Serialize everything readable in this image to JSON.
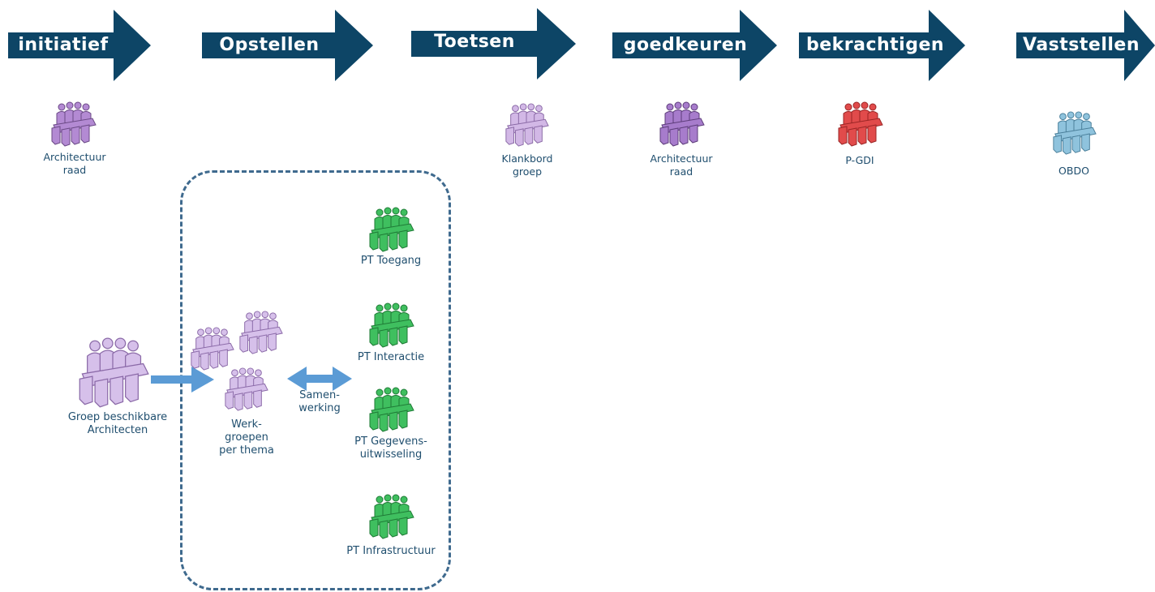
{
  "colors": {
    "arrow_fill": "#0d4566",
    "arrow_text": "#ffffff",
    "caption_text": "#1f4e6e",
    "connector": "#5b9bd5",
    "dashed_box": "#3f6a8e",
    "icon_purple": "#b38ad3",
    "icon_green": "#3fbf5f",
    "icon_red": "#e14b4b",
    "icon_blue": "#8fc3dd"
  },
  "phases": [
    {
      "label": "initiatief"
    },
    {
      "label": "Opstellen"
    },
    {
      "label": "Toetsen"
    },
    {
      "label": "goedkeuren"
    },
    {
      "label": "bekrachtigen"
    },
    {
      "label": "Vaststellen"
    }
  ],
  "actors": {
    "architectuur_raad_1": {
      "line1": "Architectuur",
      "line2": "raad",
      "icon": "meeting-group-icon",
      "color": "purple"
    },
    "klankbord_groep": {
      "line1": "Klankbord",
      "line2": "groep",
      "icon": "meeting-group-icon",
      "color": "purple"
    },
    "architectuur_raad_2": {
      "line1": "Architectuur",
      "line2": "raad",
      "icon": "meeting-group-icon",
      "color": "purple"
    },
    "p_gdi": {
      "line1": "P-GDI",
      "icon": "meeting-group-icon",
      "color": "red"
    },
    "obdo": {
      "line1": "OBDO",
      "icon": "meeting-group-icon",
      "color": "blue"
    },
    "groep_architecten": {
      "line1": "Groep beschikbare",
      "line2": "Architecten",
      "icon": "meeting-group-icon",
      "color": "purple"
    },
    "werkgroepen": {
      "line1": "Werk-",
      "line2": "groepen",
      "line3": "per thema",
      "icon": "meeting-group-icon",
      "color": "purple"
    },
    "samenwerking": {
      "line1": "Samen-",
      "line2": "werking"
    },
    "pt_toegang": {
      "line1": "PT Toegang",
      "icon": "meeting-group-icon",
      "color": "green"
    },
    "pt_interactie": {
      "line1": "PT Interactie",
      "icon": "meeting-group-icon",
      "color": "green"
    },
    "pt_gegevens": {
      "line1": "PT Gegevens-",
      "line2": "uitwisseling",
      "icon": "meeting-group-icon",
      "color": "green"
    },
    "pt_infrastructuur": {
      "line1": "PT Infrastructuur",
      "icon": "meeting-group-icon",
      "color": "green"
    }
  }
}
